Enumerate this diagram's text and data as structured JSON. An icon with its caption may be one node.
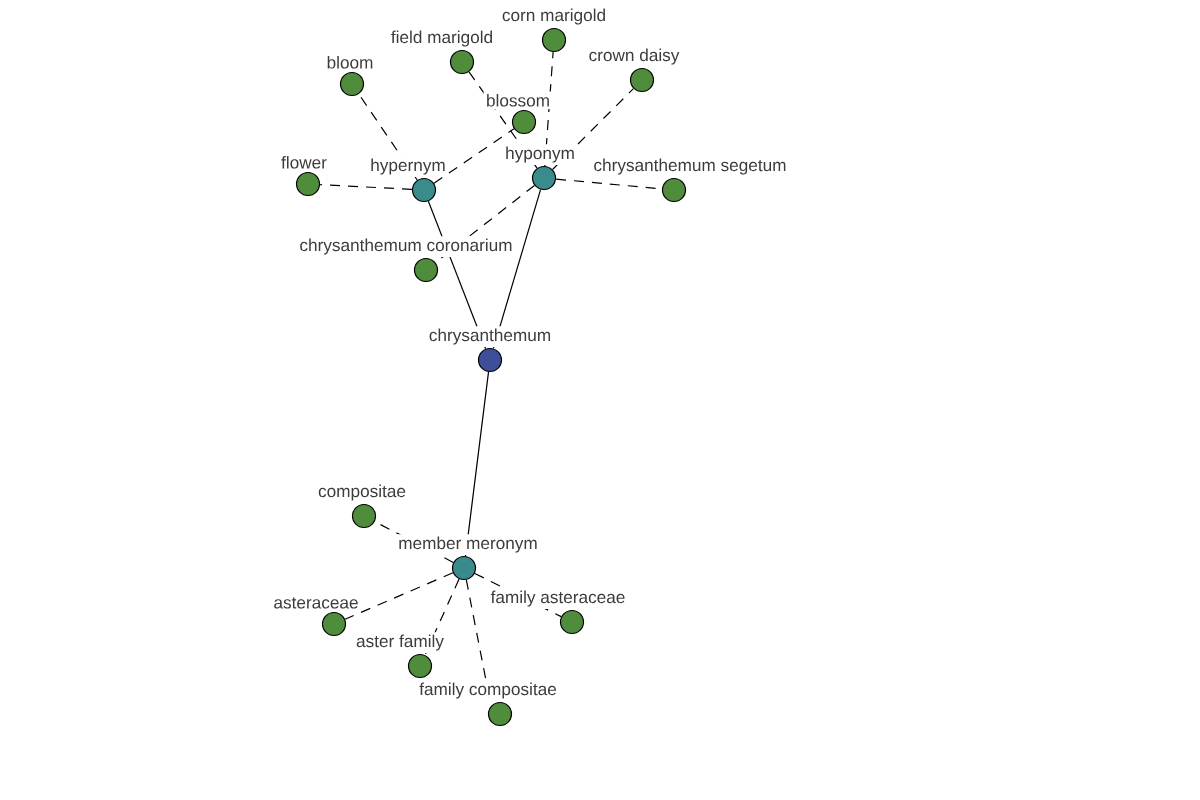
{
  "diagram": {
    "nodes": [
      {
        "text": [
          "corn marigold"
        ]
      },
      {
        "text": [
          "field marigold"
        ]
      },
      {
        "text": [
          "crown daisy"
        ]
      },
      {
        "text": [
          "bloom"
        ]
      },
      {
        "text": [
          "blossom"
        ]
      },
      {
        "text": [
          "hyponym"
        ]
      },
      {
        "text": [
          "flower"
        ]
      },
      {
        "text": [
          "hypernym"
        ]
      },
      {
        "text": [
          "chrysanthemum segetum"
        ]
      },
      {
        "text": [
          "chrysanthemum coronarium"
        ]
      },
      {
        "text": [
          "chrysanthemum"
        ]
      },
      {
        "text": [
          "compositae"
        ]
      },
      {
        "text": [
          "member meronym"
        ]
      },
      {
        "text": [
          "family asteraceae"
        ]
      },
      {
        "text": [
          "asteraceae"
        ]
      },
      {
        "text": [
          "aster family"
        ]
      },
      {
        "text": [
          "family compositae"
        ]
      }
    ],
    "edges": [
      {
        "from": 5,
        "to": 0,
        "arrow": "none",
        "style": "dashed"
      },
      {
        "from": 5,
        "to": 1,
        "arrow": "none",
        "style": "dashed"
      },
      {
        "from": 5,
        "to": 2,
        "arrow": "none",
        "style": "dashed"
      },
      {
        "from": 7,
        "to": 3,
        "arrow": "none",
        "style": "dashed"
      },
      {
        "from": 7,
        "to": 4,
        "arrow": "none",
        "style": "dashed"
      },
      {
        "from": 7,
        "to": 6,
        "arrow": "none",
        "style": "dashed"
      },
      {
        "from": 5,
        "to": 8,
        "arrow": "none",
        "style": "dashed"
      },
      {
        "from": 5,
        "to": 9,
        "arrow": "none",
        "style": "dashed"
      },
      {
        "from": 10,
        "to": 7,
        "arrow": "none"
      },
      {
        "from": 10,
        "to": 5,
        "arrow": "none"
      },
      {
        "from": 10,
        "to": 12,
        "arrow": "none"
      },
      {
        "from": 12,
        "to": 11,
        "arrow": "none",
        "style": "dashed"
      },
      {
        "from": 12,
        "to": 13,
        "arrow": "none",
        "style": "dashed"
      },
      {
        "from": 12,
        "to": 14,
        "arrow": "none",
        "style": "dashed"
      },
      {
        "from": 12,
        "to": 15,
        "arrow": "none",
        "style": "dashed"
      },
      {
        "from": 12,
        "to": 16,
        "arrow": "none",
        "style": "dashed"
      }
    ]
  }
}
